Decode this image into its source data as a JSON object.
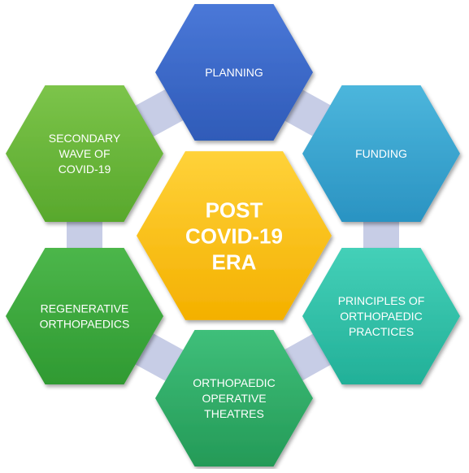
{
  "center": {
    "lines": [
      "POST",
      "COVID-19",
      "ERA"
    ],
    "color_top": "#ffd23a",
    "color_bottom": "#f4b000"
  },
  "hexes": [
    {
      "id": "planning",
      "lines": [
        "PLANNING"
      ],
      "color_top": "#4a78d8",
      "color_bottom": "#2f5bb8"
    },
    {
      "id": "funding",
      "lines": [
        "FUNDING"
      ],
      "color_top": "#4cb6dc",
      "color_bottom": "#2a93c2"
    },
    {
      "id": "principles",
      "lines": [
        "PRINCIPLES OF",
        "ORTHOPAEDIC",
        "PRACTICES"
      ],
      "color_top": "#44d0b8",
      "color_bottom": "#22b098"
    },
    {
      "id": "theatres",
      "lines": [
        "ORTHOPAEDIC",
        "OPERATIVE",
        "THEATRES"
      ],
      "color_top": "#3fbf7a",
      "color_bottom": "#249a57"
    },
    {
      "id": "regenerative",
      "lines": [
        "REGENERATIVE",
        "ORTHOPAEDICS"
      ],
      "color_top": "#4cb64a",
      "color_bottom": "#2f9a32"
    },
    {
      "id": "secondary-wave",
      "lines": [
        "SECONDARY",
        "WAVE OF",
        "COVID-19"
      ],
      "color_top": "#7cc44a",
      "color_bottom": "#58a82c"
    }
  ],
  "connector_color": "#c7cde6"
}
